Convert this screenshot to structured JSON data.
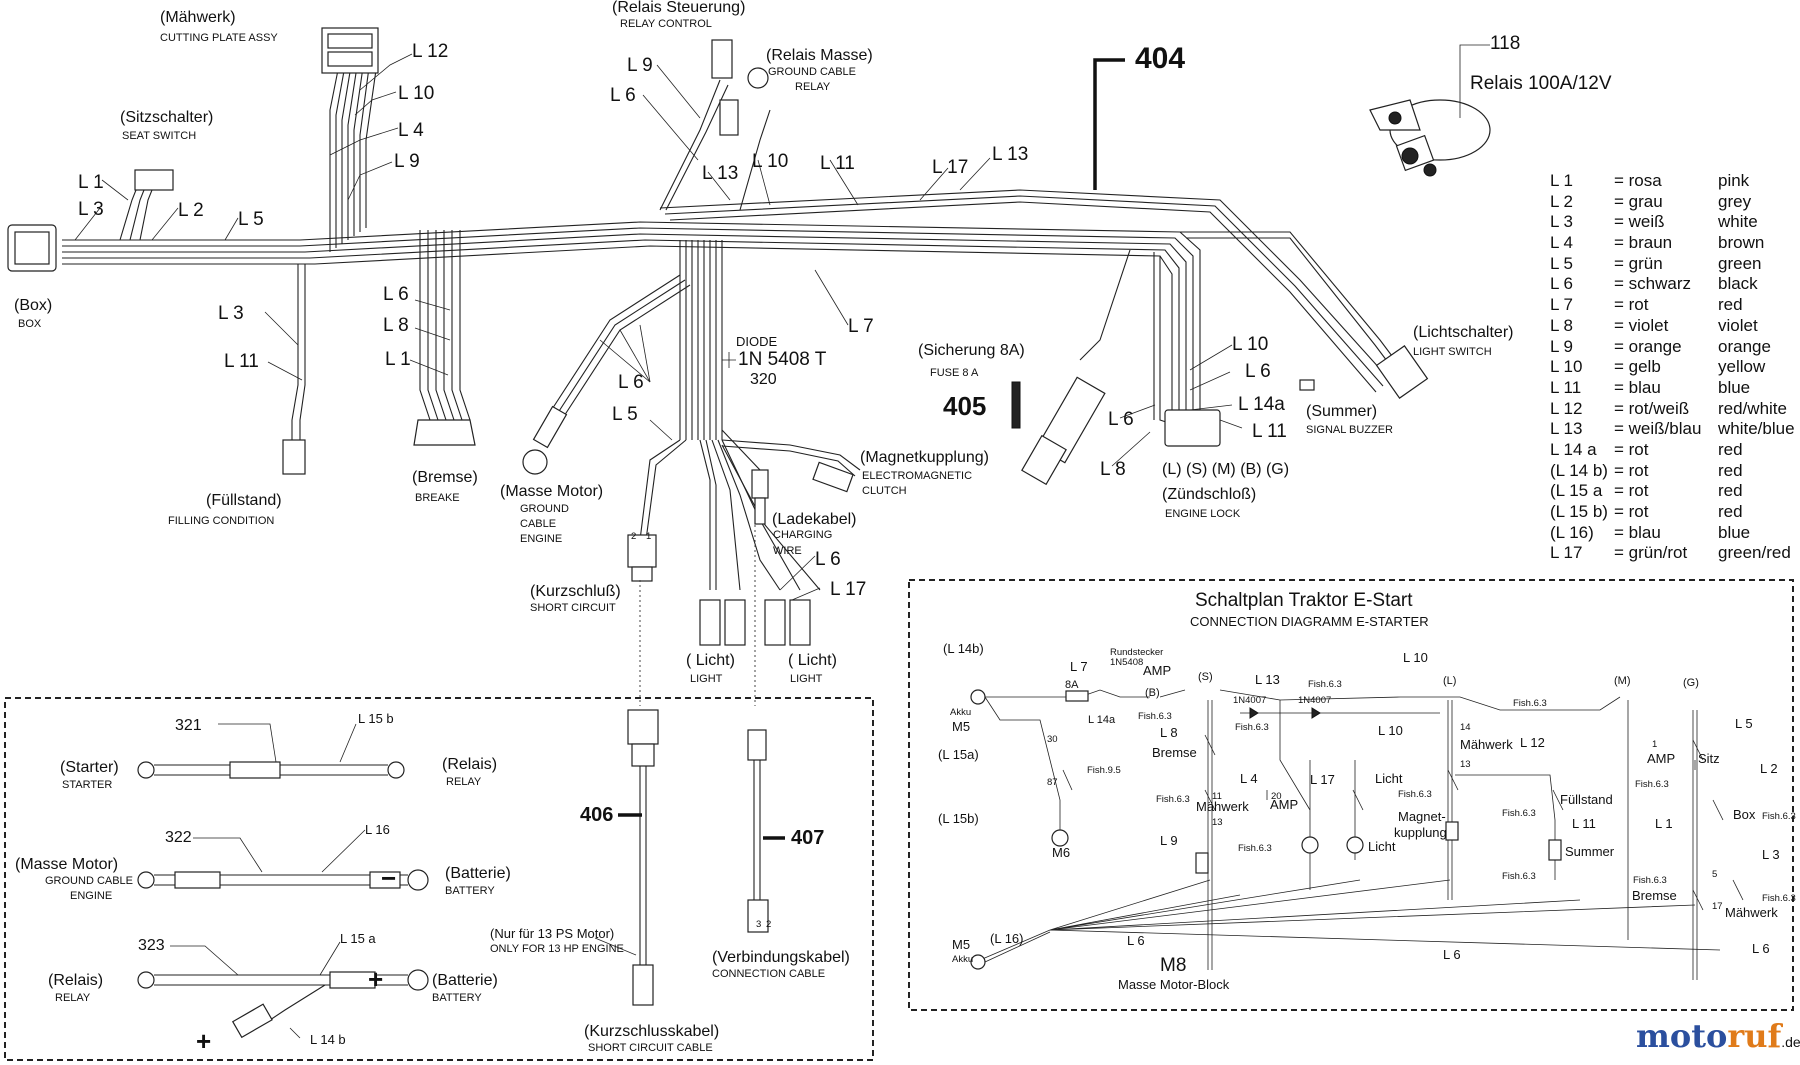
{
  "callouts": {
    "c404": "404",
    "c405": "405",
    "c406": "406",
    "c407": "407",
    "c118": "118",
    "c118_desc": "Relais 100A/12V",
    "c320": "320",
    "c321": "321",
    "c322": "322",
    "c323": "323"
  },
  "components": {
    "maehwerk_de": "(Mähwerk)",
    "maehwerk_en": "CUTTING PLATE ASSY",
    "relais_st_de": "(Relais Steuerung)",
    "relais_st_en": "RELAY CONTROL",
    "relais_m_de": "(Relais Masse)",
    "relais_m_en1": "GROUND CABLE",
    "relais_m_en2": "RELAY",
    "sitz_de": "(Sitzschalter)",
    "sitz_en": "SEAT SWITCH",
    "box_de": "(Box)",
    "box_en": "BOX",
    "fuell_de": "(Füllstand)",
    "fuell_en": "FILLING CONDITION",
    "bremse_de": "(Bremse)",
    "bremse_en": "BREAKE",
    "masse_motor_de": "(Masse Motor)",
    "masse_motor_en1": "GROUND",
    "masse_motor_en2": "CABLE",
    "masse_motor_en3": "ENGINE",
    "diode_1": "DIODE",
    "diode_2": "1N 5408 T",
    "sich_de": "(Sicherung 8A)",
    "sich_en": "FUSE 8 A",
    "mag_de": "(Magnetkupplung)",
    "mag_en1": "ELECTROMAGNETIC",
    "mag_en2": "CLUTCH",
    "lade_de": "(Ladekabel)",
    "lade_en1": "CHARGING",
    "lade_en2": "WIRE",
    "kurz_de": "(Kurzschluß)",
    "kurz_en": "SHORT CIRCUIT",
    "licht1_de": "( Licht)",
    "licht1_en": "LIGHT",
    "licht2_de": "( Licht)",
    "licht2_en": "LIGHT",
    "licht_sch_de": "(Lichtschalter)",
    "licht_sch_en": "LIGHT SWITCH",
    "summer_de": "(Summer)",
    "summer_en": "SIGNAL BUZZER",
    "zuend_letters": "(L) (S) (M) (B) (G)",
    "zuend_de": "(Zündschloß)",
    "zuend_en": "ENGINE LOCK"
  },
  "wire_tags": {
    "t1": "L 12",
    "t2": "L 10",
    "t3": "L 4",
    "t4": "L 9",
    "t5": "L 1",
    "t6": "L 3",
    "t7": "L 2",
    "t8": "L 5",
    "t9": "L 3",
    "t10": "L 11",
    "t11": "L 6",
    "t12": "L 8",
    "t13": "L 1",
    "t14": "L 9",
    "t15": "L 6",
    "t16": "L 13",
    "t17": "L 10",
    "t18": "L 11",
    "t19": "L 17",
    "t20": "L 13",
    "t21": "L 7",
    "t22": "L 6",
    "t23": "L 5",
    "t24": "L 10",
    "t25": "L 6",
    "t26": "L 14a",
    "t27": "L 11",
    "t28": "L 6",
    "t29": "L 8",
    "t30": "L 6",
    "t31": "L 17"
  },
  "legend": {
    "rows": [
      {
        "code": "L 1",
        "de": "= rosa",
        "en": "pink"
      },
      {
        "code": "L 2",
        "de": "= grau",
        "en": "grey"
      },
      {
        "code": "L 3",
        "de": "= weiß",
        "en": "white"
      },
      {
        "code": "L 4",
        "de": "= braun",
        "en": "brown"
      },
      {
        "code": "L 5",
        "de": "= grün",
        "en": "green"
      },
      {
        "code": "L 6",
        "de": "= schwarz",
        "en": "black"
      },
      {
        "code": "L 7",
        "de": "= rot",
        "en": "red"
      },
      {
        "code": "L 8",
        "de": "= violet",
        "en": "violet"
      },
      {
        "code": "L 9",
        "de": "= orange",
        "en": "orange"
      },
      {
        "code": "L 10",
        "de": "= gelb",
        "en": "yellow"
      },
      {
        "code": "L 11",
        "de": "= blau",
        "en": "blue"
      },
      {
        "code": "L 12",
        "de": "= rot/weiß",
        "en": "red/white"
      },
      {
        "code": "L 13",
        "de": "= weiß/blau",
        "en": "white/blue"
      },
      {
        "code": "L 14 a",
        "de": "= rot",
        "en": "red"
      },
      {
        "code": "(L 14 b)",
        "de": "= rot",
        "en": "red"
      },
      {
        "code": "(L 15 a",
        "de": "= rot",
        "en": "red"
      },
      {
        "code": "(L 15 b)",
        "de": "= rot",
        "en": "red"
      },
      {
        "code": "(L 16)",
        "de": "= blau",
        "en": "blue"
      },
      {
        "code": "L 17",
        "de": "= grün/rot",
        "en": "green/red"
      }
    ]
  },
  "cables": {
    "starter_de": "(Starter)",
    "starter_en": "STARTER",
    "relais1_de": "(Relais)",
    "relais1_en": "RELAY",
    "l15b": "L 15 b",
    "mm_de": "(Masse Motor)",
    "mm_en1": "GROUND CABLE",
    "mm_en2": "ENGINE",
    "batt1_de": "(Batterie)",
    "batt1_en": "BATTERY",
    "l16": "L 16",
    "relais2_de": "(Relais)",
    "relais2_en": "RELAY",
    "batt2_de": "(Batterie)",
    "batt2_en": "BATTERY",
    "l15a": "L 15 a",
    "l14b": "L 14 b",
    "plus1": "+",
    "plus2": "+",
    "minus": "−",
    "nur_de": "(Nur für 13 PS Motor)",
    "nur_en": "ONLY FOR 13 HP ENGINE",
    "kurzk_de": "(Kurzschlusskabel)",
    "kurzk_en": "SHORT CIRCUIT  CABLE",
    "verb_de": "(Verbindungskabel)",
    "verb_en": "CONNECTION CABLE",
    "pin2": "2",
    "pin1": "1",
    "pin3": "3",
    "pin2b": "2"
  },
  "schematic": {
    "title_de": "Schaltplan Traktor E-Start",
    "title_en": "CONNECTION DIAGRAMM E-STARTER",
    "l14b": "(L 14b)",
    "akku1": "Akku",
    "m5a": "M5",
    "l15a": "(L 15a)",
    "l15b": "(L 15b)",
    "m6": "M6",
    "l7": "L 7",
    "f8a": "8A",
    "l14a": "L 14a",
    "rund1": "Rundstecker",
    "rund2": "1N5408",
    "amp1": "AMP",
    "b": "(B)",
    "s": "(S)",
    "l8": "L 8",
    "fish1": "Fish.6.3",
    "bremse1": "Bremse",
    "l4": "L 4",
    "maehwerk1": "Mähwerk",
    "l9": "L 9",
    "l13": "L 13",
    "d1": "1N4007",
    "d2": "1N4007",
    "fish2": "Fish.6.3",
    "amp2": "AMP",
    "l17": "L 17",
    "licht_a": "Licht",
    "licht_b": "Licht",
    "l10a": "L 10",
    "l": "(L)",
    "l10b": "L 10",
    "fish3": "Fish.6.3",
    "maehwerk2": "Mähwerk",
    "l12": "L 12",
    "magnet1": "Magnet-",
    "magnet2": "kupplung",
    "m": "(M)",
    "fish4": "Fish.6.3",
    "fuellstand": "Füllstand",
    "l11": "L 11",
    "summer": "Summer",
    "fish5": "Fish.6.3",
    "g": "(G)",
    "l5": "L 5",
    "amp3": "AMP",
    "sitz": "Sitz",
    "l2": "L 2",
    "box": "Box",
    "l1": "L 1",
    "l3": "L 3",
    "bremse2": "Bremse",
    "maehwerk3": "Mähwerk",
    "l6a": "L 6",
    "l6b": "L 6",
    "l6c": "L 6",
    "m5b": "M5",
    "akku2": "Akku",
    "l16": "(L 16)",
    "m8": "M8",
    "m8_desc": "Masse Motor-Block",
    "n30": "30",
    "n87": "87",
    "fish95": "Fish.9.5",
    "n11": "11",
    "n13a": "13",
    "n20": "20",
    "n14": "14",
    "n13b": "13",
    "n1": "1",
    "n5": "5",
    "n17": "17",
    "fish6": "Fish.6.3",
    "fish7": "Fish.6.3",
    "fish8": "Fish.6.3",
    "fish9": "Fish.6.3",
    "fish10": "Fish.6.3",
    "fish11": "Fish.6.3",
    "fish12": "Fish.6.3",
    "fish13": "Fish.6.3"
  },
  "logo": {
    "main": "motoruf",
    "suffix": ".de"
  },
  "colors": {
    "ink": "#222222",
    "logo_blue": "#2b4f9e",
    "logo_orange": "#e07b1a"
  }
}
